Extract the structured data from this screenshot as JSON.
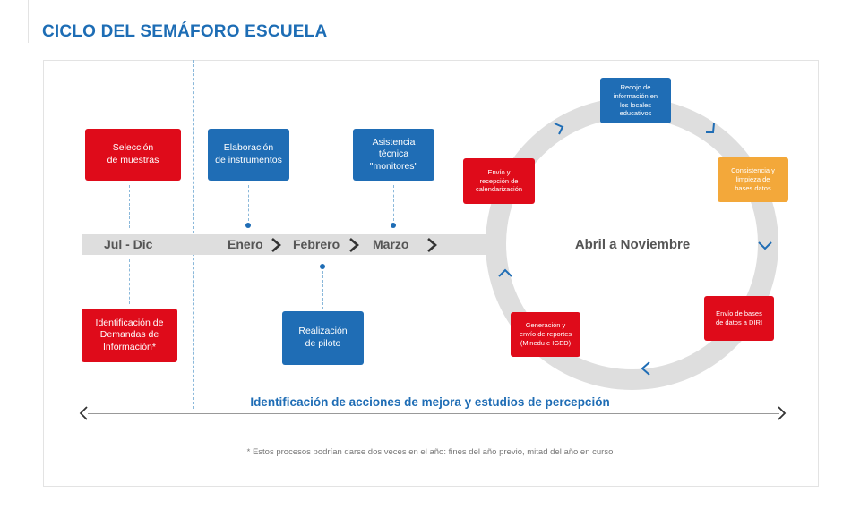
{
  "title": "CICLO DEL SEMÁFORO ESCUELA",
  "timeline": {
    "jul_dic": "Jul - Dic",
    "enero": "Enero",
    "febrero": "Febrero",
    "marzo": "Marzo",
    "cycle_label": "Abril a Noviembre"
  },
  "boxes": {
    "seleccion": "Selección\nde muestras",
    "identificacion": "Identificación de\nDemandas de\nInformación*",
    "elaboracion": "Elaboración\nde instrumentos",
    "realizacion": "Realización\nde piloto",
    "asistencia": "Asistencia\ntécnica\n\"monitores\"",
    "recojo": "Recojo de\ninformación en\nlos locales\neducativos",
    "consistencia": "Consistencia y\nlimpieza de\nbases datos",
    "envio_bases": "Envío de bases\nde datos a DIRI",
    "generacion": "Generación y\nenvío de reportes\n(Minedu e IGED)",
    "envio_recepcion": "Envío y\nrecepción de\ncalendarización"
  },
  "icons": {
    "timeline_arrow": "chevron-right",
    "cycle_arrow": "chevron",
    "range_arrows": [
      "chevron-left",
      "chevron-right"
    ]
  },
  "colors": {
    "title_blue": "#1d6db5",
    "red": "#df0b1a",
    "blue": "#1f6db5",
    "yellow": "#f3a83a",
    "track_gray": "#dedede"
  },
  "bottom_range_label": "Identificación de acciones de mejora y estudios de percepción",
  "footnote": "* Estos procesos podrían darse dos veces en el año: fines del año previo, mitad del año en curso"
}
